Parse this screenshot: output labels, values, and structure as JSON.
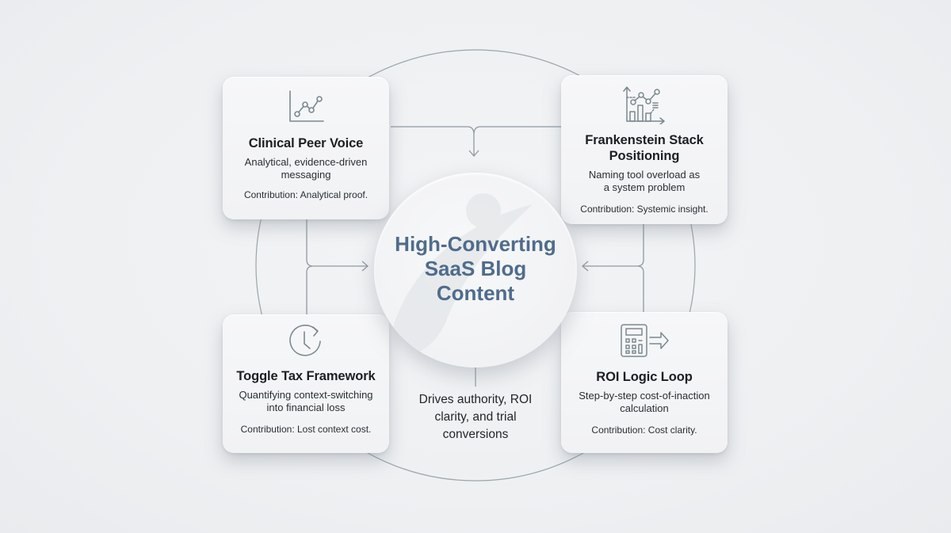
{
  "center": {
    "title": "High-Converting SaaS Blog Content",
    "outcome": "Drives authority, ROI clarity, and trial conversions"
  },
  "cards": [
    {
      "id": "clinical-peer-voice",
      "position": "top-left",
      "icon": "line-chart-icon",
      "title": "Clinical Peer Voice",
      "description": "Analytical, evidence-driven messaging",
      "contribution": "Contribution: Analytical proof."
    },
    {
      "id": "frankenstein-stack-positioning",
      "position": "top-right",
      "icon": "bar-line-chart-icon",
      "title": "Frankenstein Stack Positioning",
      "description": "Naming tool overload as a system problem",
      "contribution": "Contribution: Systemic insight."
    },
    {
      "id": "toggle-tax-framework",
      "position": "bottom-left",
      "icon": "clock-refresh-icon",
      "title": "Toggle Tax Framework",
      "description": "Quantifying context-switching into financial loss",
      "contribution": "Contribution: Lost context cost."
    },
    {
      "id": "roi-logic-loop",
      "position": "bottom-right",
      "icon": "calculator-arrow-icon",
      "title": "ROI Logic Loop",
      "description": "Step-by-step cost-of-inaction calculation",
      "contribution": "Contribution: Cost clarity."
    }
  ],
  "colors": {
    "background": "#eef0f2",
    "card": "#f3f4f6",
    "hub_title": "#4f6c8c",
    "line": "#8a969e",
    "icon": "#7b888f"
  }
}
